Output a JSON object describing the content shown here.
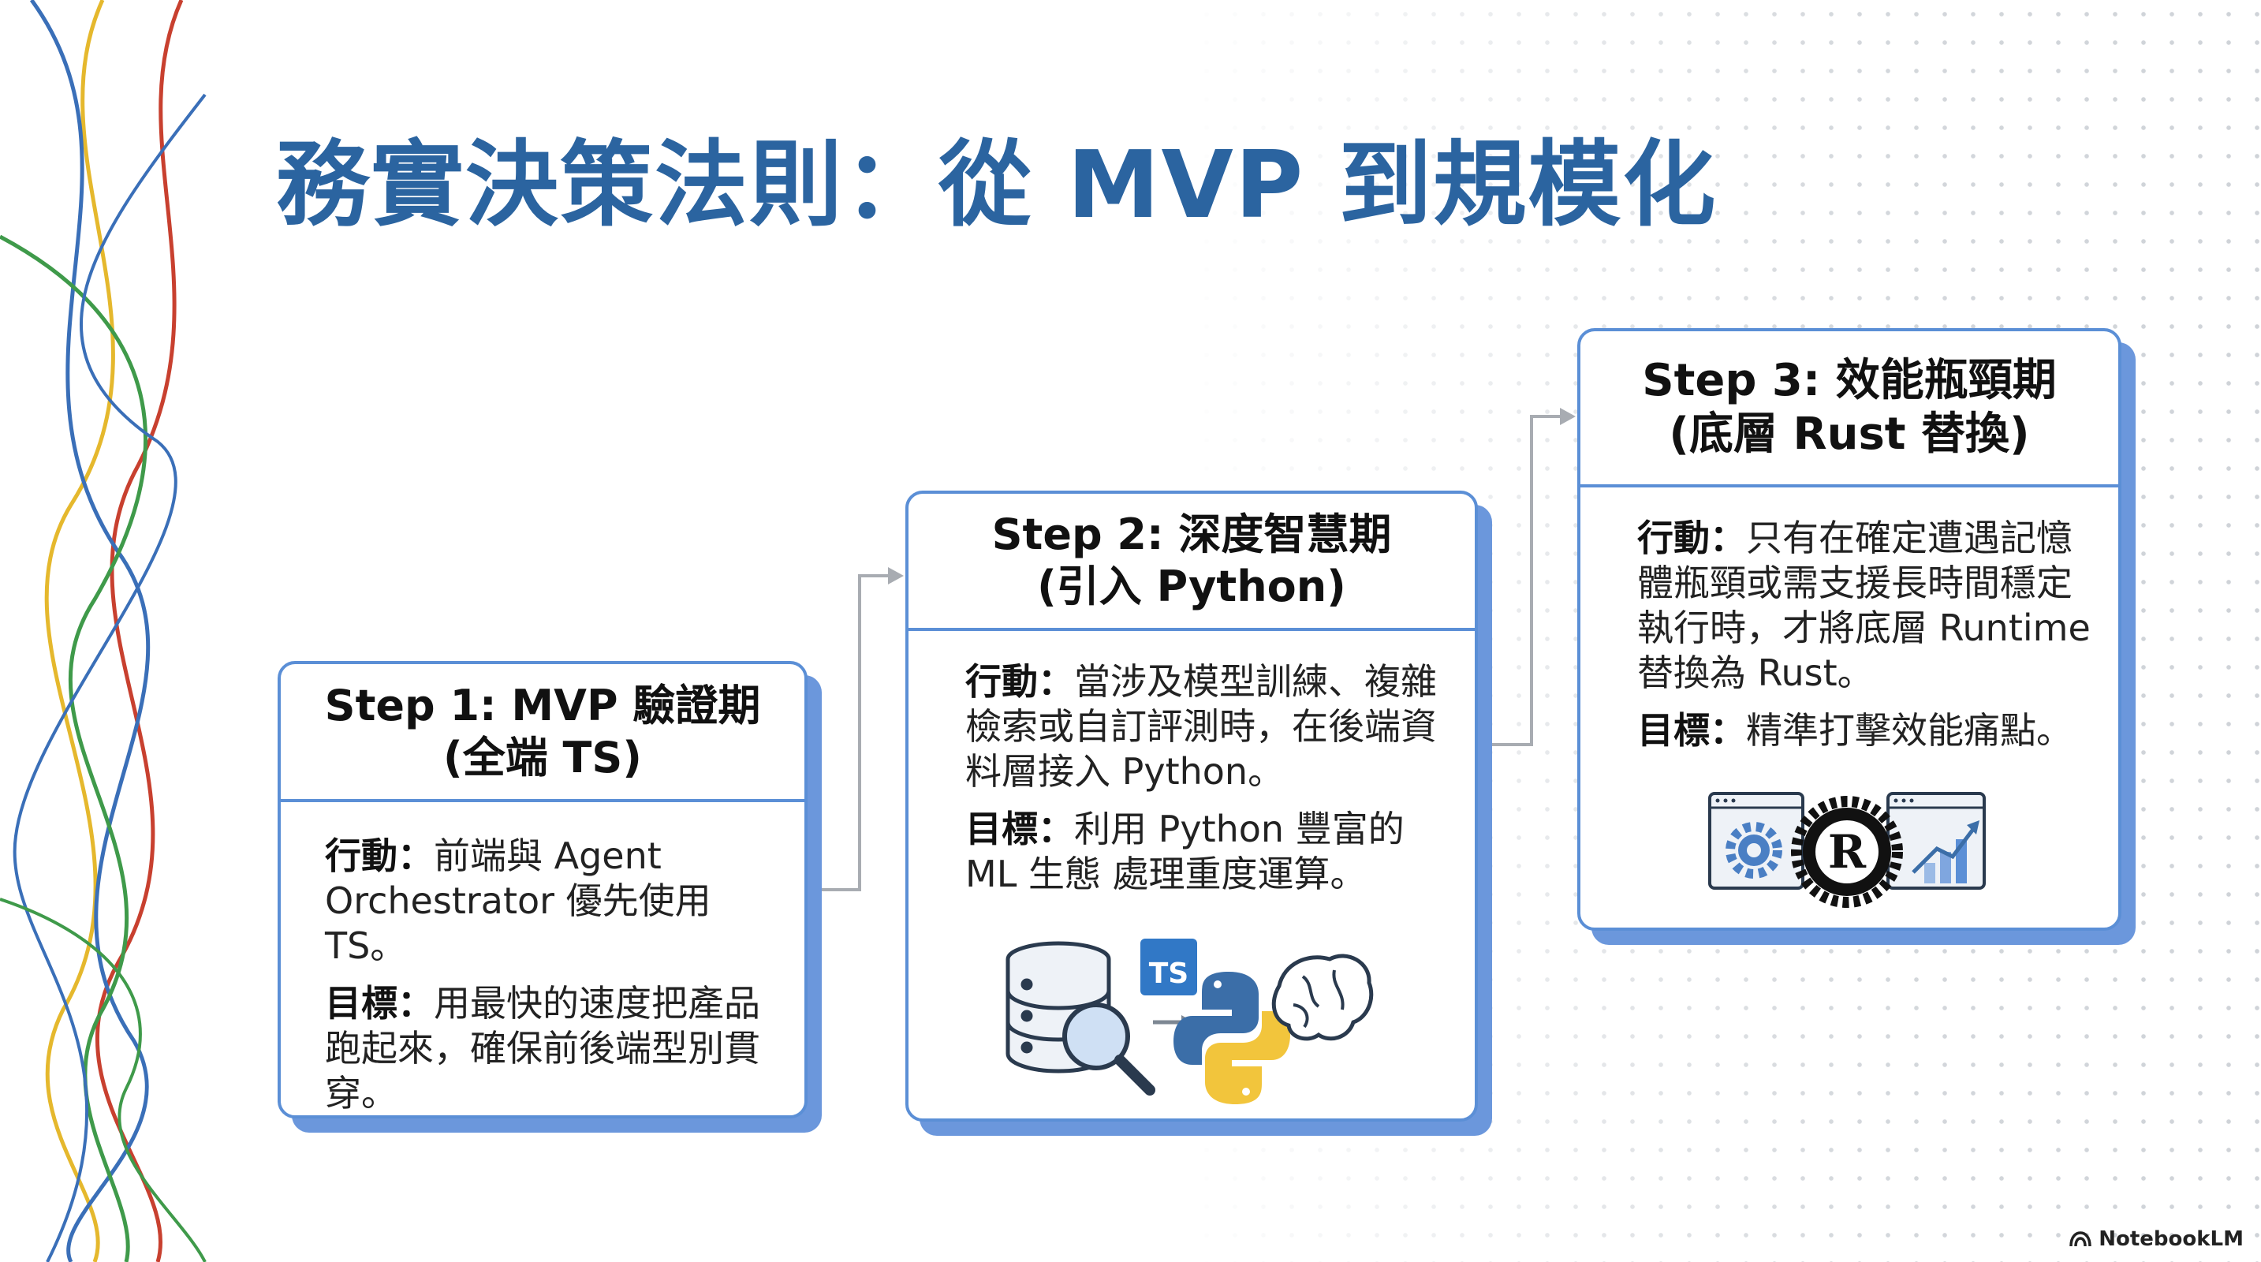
{
  "title": "務實決策法則：從 MVP 到規模化",
  "steps": [
    {
      "title_line1": "Step 1: MVP 驗證期",
      "title_line2": "(全端 TS)",
      "action_label": "行動：",
      "action_text": "前端與 Agent Orchestrator 優先使用 TS。",
      "goal_label": "目標：",
      "goal_text": "用最快的速度把產品跑起來，確保前後端型別貫穿。"
    },
    {
      "title_line1": "Step 2: 深度智慧期",
      "title_line2": "(引入 Python)",
      "action_label": "行動：",
      "action_text": "當涉及模型訓練、複雜檢索或自訂評測時，在後端資料層接入 Python。",
      "goal_label": "目標：",
      "goal_text": "利用 Python 豐富的 ML 生態 處理重度運算。",
      "icons": [
        "database-icon",
        "magnifier-icon",
        "typescript-icon",
        "python-icon",
        "brain-icon"
      ],
      "ts_badge": "TS"
    },
    {
      "title_line1": "Step 3: 效能瓶頸期",
      "title_line2": "(底層 Rust 替換)",
      "action_label": "行動：",
      "action_text": "只有在確定遭遇記憶體瓶頸或需支援長時間穩定執行時，才將底層 Runtime 替換為 Rust。",
      "goal_label": "目標：",
      "goal_text": "精準打擊效能痛點。",
      "icons": [
        "gear-window-icon",
        "rust-logo-icon",
        "growth-chart-icon"
      ]
    }
  ],
  "brand": "NotebookLM",
  "colors": {
    "title": "#2b64a0",
    "card_border": "#5b8fd6",
    "card_shadow": "#6b97dc",
    "connector": "#a8acb2"
  }
}
